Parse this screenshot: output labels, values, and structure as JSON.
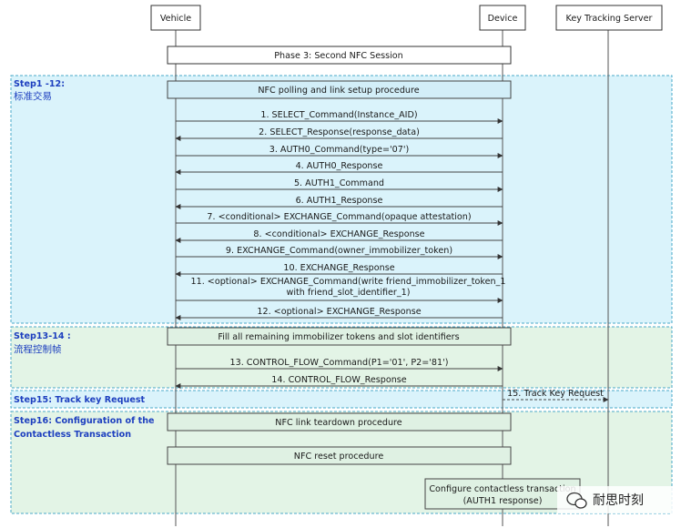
{
  "participants": {
    "vehicle": "Vehicle",
    "device": "Device",
    "server": "Key Tracking Server"
  },
  "phase_title": "Phase 3: Second NFC Session",
  "steps": {
    "s1": {
      "title": "Step1 -12:",
      "subtitle": "标准交易"
    },
    "s2": {
      "title": "Step13-14 :",
      "subtitle": "流程控制帧"
    },
    "s3": {
      "title": "Step15: Track key Request"
    },
    "s4": {
      "line1": "Step16: Configuration of the",
      "line2": "Contactless Transaction"
    }
  },
  "notes": {
    "polling": "NFC polling and link setup procedure",
    "fill": "Fill all remaining immobilizer tokens and slot identifiers",
    "teardown": "NFC link teardown procedure",
    "reset": "NFC reset procedure",
    "configure_line1": "Configure contactless transaction",
    "configure_line2": "(AUTH1 response)"
  },
  "messages": [
    {
      "label": "1. SELECT_Command(Instance_AID)",
      "dir": "right"
    },
    {
      "label": "2. SELECT_Response(response_data)",
      "dir": "left"
    },
    {
      "label": "3. AUTH0_Command(type='07')",
      "dir": "right"
    },
    {
      "label": "4. AUTH0_Response",
      "dir": "left"
    },
    {
      "label": "5. AUTH1_Command",
      "dir": "right"
    },
    {
      "label": "6. AUTH1_Response",
      "dir": "left"
    },
    {
      "label": "7. <conditional> EXCHANGE_Command(opaque attestation)",
      "dir": "right"
    },
    {
      "label": "8. <conditional> EXCHANGE_Response",
      "dir": "left"
    },
    {
      "label": "9. EXCHANGE_Command(owner_immobilizer_token)",
      "dir": "right"
    },
    {
      "label": "10. EXCHANGE_Response",
      "dir": "left"
    },
    {
      "label": "11. <optional> EXCHANGE_Command(write friend_immobilizer_token_1",
      "label2": "with friend_slot_identifier_1)",
      "dir": "right"
    },
    {
      "label": "12. <optional> EXCHANGE_Response",
      "dir": "left"
    },
    {
      "label": "13. CONTROL_FLOW_Command(P1='01', P2='81')",
      "dir": "right"
    },
    {
      "label": "14. CONTROL_FLOW_Response",
      "dir": "left"
    },
    {
      "label": "15. Track Key Request",
      "dir": "right"
    }
  ],
  "watermark": "耐思时刻",
  "colors": {
    "blue_region_fill": "#daf3fb",
    "green_region_fill": "#e3f4e6",
    "region_border": "#4aa8c8",
    "green_border": "#6fbf8c",
    "step_text": "#1d3fbf",
    "line": "#444444"
  }
}
